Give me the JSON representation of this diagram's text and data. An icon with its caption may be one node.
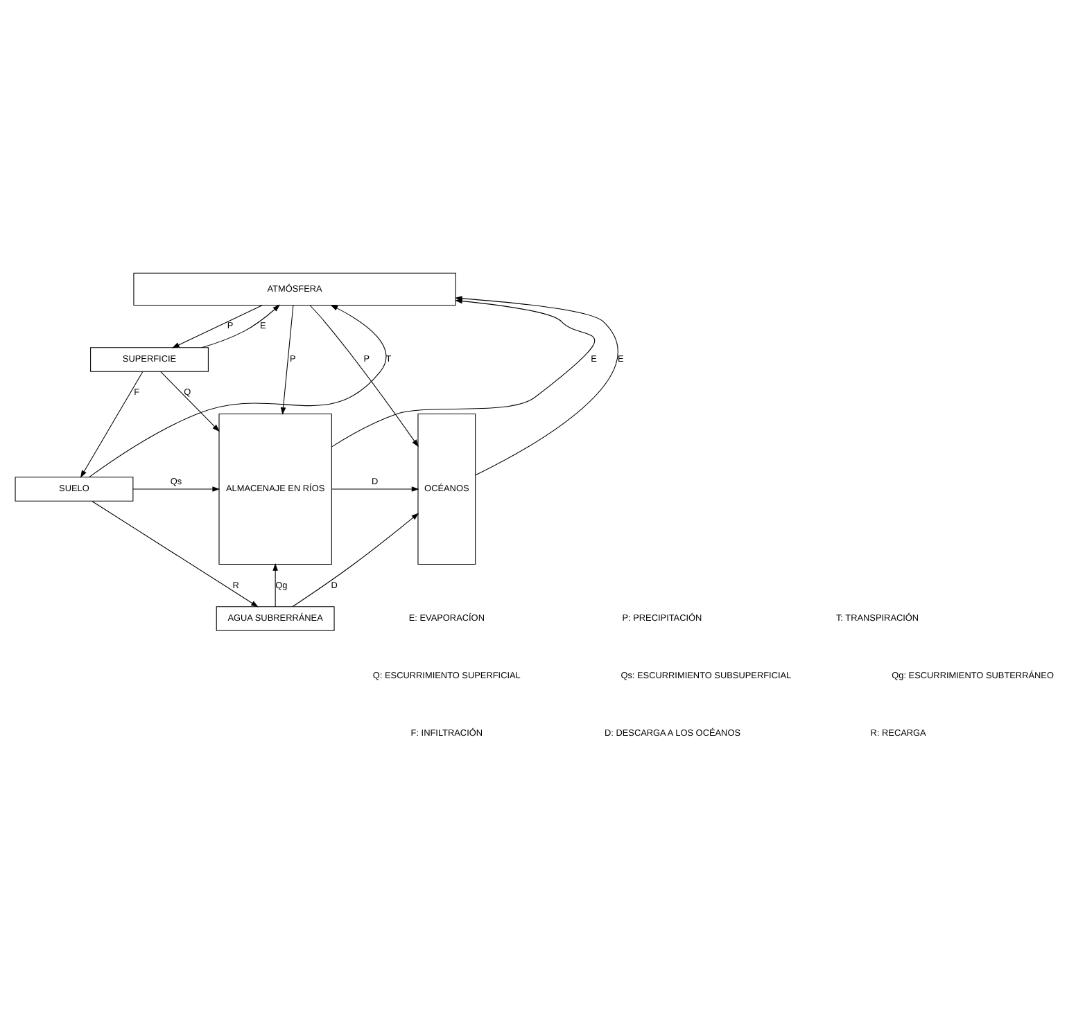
{
  "diagram": {
    "nodes": [
      {
        "text": [
          "ATMÓSFERA"
        ]
      },
      {
        "text": [
          "SUPERFICIE"
        ]
      },
      {
        "text": [
          "SUELO"
        ]
      },
      {
        "text": [
          "AGUA SUBRERRÁNEA"
        ]
      },
      {
        "text": [
          "ALMACENAJE EN RÍOS"
        ]
      },
      {
        "text": [
          "OCÉANOS"
        ]
      }
    ],
    "edges": [
      {
        "from": 0,
        "to": 1,
        "arrow": "to",
        "label": "P"
      },
      {
        "from": 1,
        "to": 0,
        "arrow": "to",
        "label": "E"
      },
      {
        "from": 0,
        "to": 4,
        "arrow": "to",
        "label": "P"
      },
      {
        "from": 4,
        "to": 0,
        "arrow": "to",
        "label": "E"
      },
      {
        "from": 0,
        "to": 5,
        "arrow": "to",
        "label": "P"
      },
      {
        "from": 5,
        "to": 0,
        "arrow": "to",
        "label": "E"
      },
      {
        "from": 2,
        "to": 0,
        "arrow": "to",
        "label": "T"
      },
      {
        "from": 1,
        "to": 4,
        "arrow": "to",
        "label": "Q"
      },
      {
        "from": 1,
        "to": 2,
        "arrow": "to",
        "label": "F"
      },
      {
        "from": 2,
        "to": 4,
        "arrow": "to",
        "label": "Qs"
      },
      {
        "from": 4,
        "to": 5,
        "arrow": "to",
        "label": "D"
      },
      {
        "from": 2,
        "to": 3,
        "arrow": "to",
        "label": "R"
      },
      {
        "from": 3,
        "to": 4,
        "arrow": "to",
        "label": "Qg"
      },
      {
        "from": 3,
        "to": 5,
        "arrow": "to",
        "label": "D"
      }
    ],
    "labels": [
      "E: EVAPORACÍON",
      "P: PRECIPITACIÓN",
      "T: TRANSPIRACIÓN",
      "Q: ESCURRIMIENTO SUPERFICIAL",
      "Qs: ESCURRIMIENTO SUBSUPERFICIAL",
      "Qg: ESCURRIMIENTO SUBTERRÁNEO",
      "F: INFILTRACIÓN",
      "D: DESCARGA A LOS OCÉANOS",
      "R: RECARGA"
    ]
  }
}
